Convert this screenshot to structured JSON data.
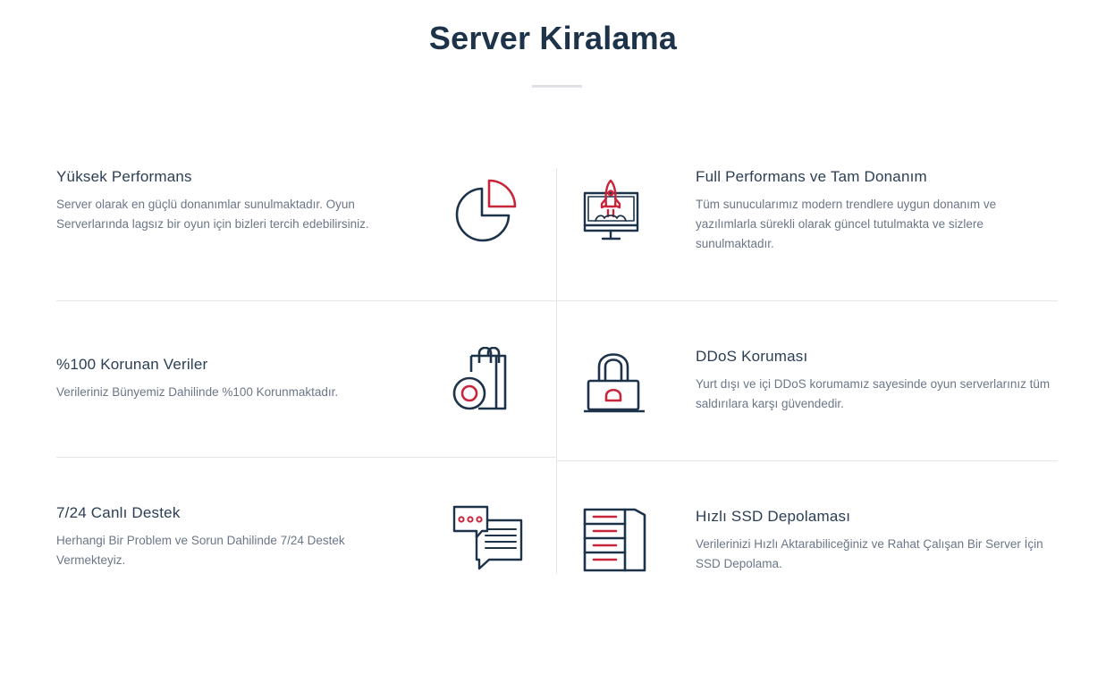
{
  "header": {
    "title": "Server Kiralama"
  },
  "colors": {
    "navy": "#1d3349",
    "red": "#c8253b",
    "text": "#6b7687",
    "divider": "#e4e6ea"
  },
  "features": [
    {
      "title": "Yüksek Performans",
      "description": "Server olarak en güçlü donanımlar sunulmaktadır. Oyun Serverlarında lagsız bir oyun için bizleri tercih edebilirsiniz.",
      "icon": "pie-chart-icon"
    },
    {
      "title": "Full Performans ve Tam Donanım",
      "description": "Tüm sunucularımız modern trendlere uygun donanım ve yazılımlarla sürekli olarak güncel tutulmakta ve sizlere sunulmaktadır.",
      "icon": "rocket-monitor-icon"
    },
    {
      "title": "%100 Korunan Veriler",
      "description": "Verileriniz Bünyemiz Dahilinde %100 Korunmaktadır.",
      "icon": "shopping-bag-icon"
    },
    {
      "title": "DDoS Koruması",
      "description": "Yurt dışı ve içi DDoS korumamız sayesinde oyun serverlarınız tüm saldırılara karşı güvendedir.",
      "icon": "padlock-icon"
    },
    {
      "title": "7/24 Canlı Destek",
      "description": "Herhangi Bir Problem ve Sorun Dahilinde 7/24 Destek Vermekteyiz.",
      "icon": "chat-bubbles-icon"
    },
    {
      "title": "Hızlı SSD Depolaması",
      "description": "Verilerinizi Hızlı Aktarabiliceğiniz ve Rahat Çalışan Bir Server İçin SSD Depolama.",
      "icon": "server-rack-icon"
    }
  ]
}
